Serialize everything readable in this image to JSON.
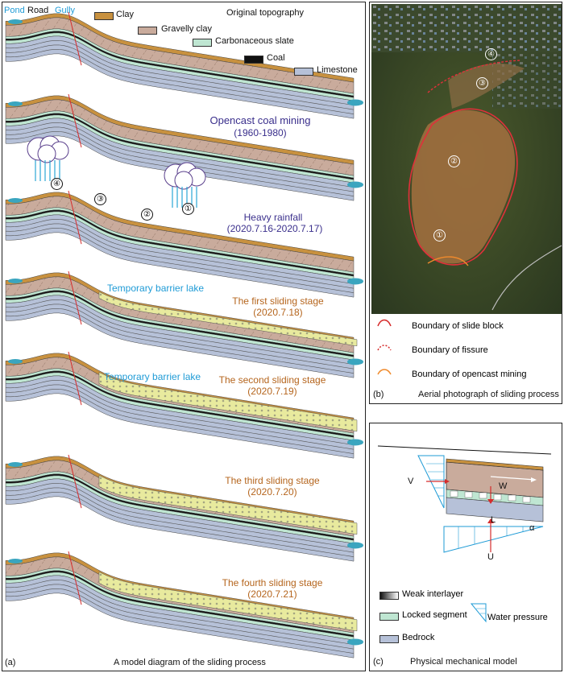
{
  "panel_a": {
    "legend": {
      "pond": "Pond",
      "road": "Road",
      "gully": "Gully",
      "clay": "Clay",
      "gravelly_clay": "Gravelly clay",
      "carbonaceous_slate": "Carbonaceous slate",
      "coal": "Coal",
      "limestone": "Limestone",
      "colors": {
        "clay": "#c8913f",
        "gravelly_clay": "#c9ab9c",
        "carbonaceous_slate": "#bfe6d2",
        "coal": "#111111",
        "limestone": "#b6c1d8",
        "water": "#3aa5bf",
        "debris": "#e8ea9e"
      }
    },
    "stages": [
      {
        "title": "Original topography",
        "date": ""
      },
      {
        "title": "Opencast coal mining",
        "date": "(1960-1980)"
      },
      {
        "title": "Heavy rainfall",
        "date": "(2020.7.16-2020.7.17)"
      },
      {
        "title": "The first sliding stage",
        "date": "(2020.7.18)",
        "lake": "Temporary barrier lake"
      },
      {
        "title": "The second sliding stage",
        "date": "(2020.7.19)",
        "lake": "Temporary barrier lake"
      },
      {
        "title": "The third sliding stage",
        "date": "(2020.7.20)"
      },
      {
        "title": "The fourth sliding stage",
        "date": "(2020.7.21)"
      }
    ],
    "markers": [
      "①",
      "②",
      "③",
      "④"
    ],
    "label": "(a)",
    "caption": "A model diagram of the sliding process"
  },
  "panel_b": {
    "markers": [
      "①",
      "②",
      "③",
      "④"
    ],
    "legend": [
      {
        "text": "Boundary of slide block",
        "color": "#d62c2c",
        "style": "solid"
      },
      {
        "text": "Boundary of fissure",
        "color": "#d62c2c",
        "style": "dotted"
      },
      {
        "text": "Boundary of opencast mining",
        "color": "#f08a2c",
        "style": "solid"
      }
    ],
    "label": "(b)",
    "caption": "Aerial photograph of sliding process"
  },
  "panel_c": {
    "symbols": {
      "v": "V",
      "w": "W",
      "l": "L",
      "alpha": "α",
      "u": "U"
    },
    "legend": [
      {
        "text": "Weak interlayer"
      },
      {
        "text": "Locked segment"
      },
      {
        "text": "Water pressure"
      },
      {
        "text": "Bedrock"
      }
    ],
    "label": "(c)",
    "caption": "Physical mechanical model"
  }
}
